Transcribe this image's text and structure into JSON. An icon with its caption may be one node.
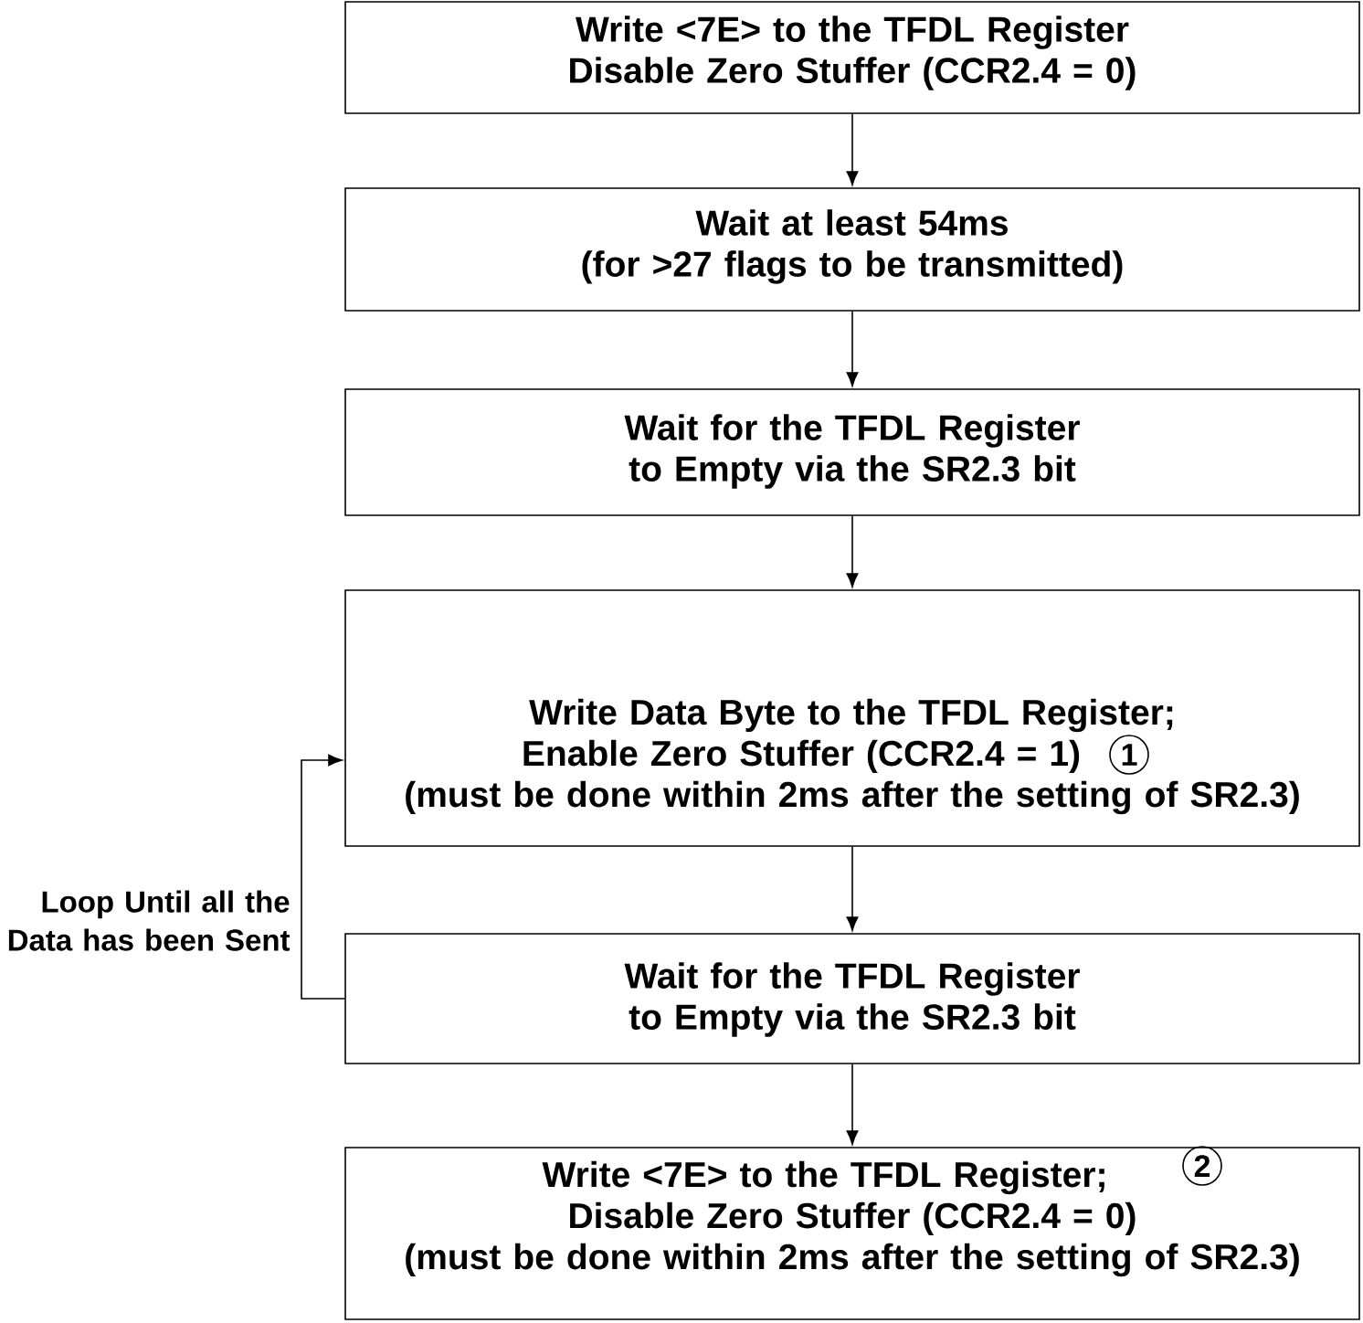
{
  "diagram": {
    "nodes": [
      {
        "text": [
          "Write <7E> to the TFDL Register",
          "Disable Zero Stuffer (CCR2.4 = 0)"
        ]
      },
      {
        "text": [
          "Wait at least 54ms",
          "(for >27 flags to be transmitted)"
        ]
      },
      {
        "text": [
          "Wait for the TFDL Register to Empty via the SR2.3 bit"
        ]
      },
      {
        "text": [
          "Write Data Byte to the TFDL Register;",
          "Enable Zero Stuffer (CCR2.4 = 1)",
          "(must be done within 2ms after the setting of SR2.3)"
        ]
      },
      {
        "text": [
          "Wait for the TFDL Register to Empty via the SR2.3 bit"
        ]
      },
      {
        "text": [
          "Write <7E> to the TFDL Register;",
          "Disable Zero Stuffer (CCR2.4 = 0)",
          "(must be done within 2ms after the setting of SR2.3)"
        ]
      }
    ],
    "edges": [
      {
        "from": 0,
        "to": 1,
        "arrow": "to"
      },
      {
        "from": 1,
        "to": 2,
        "arrow": "to"
      },
      {
        "from": 2,
        "to": 3,
        "arrow": "to"
      },
      {
        "from": 3,
        "to": 4,
        "arrow": "to"
      },
      {
        "from": 4,
        "to": 5,
        "arrow": "to"
      },
      {
        "from": 4,
        "to": 3,
        "arrow": "to",
        "label": "Loop Until all the Data has been Sent"
      }
    ],
    "labels": [
      "1",
      "2"
    ]
  }
}
